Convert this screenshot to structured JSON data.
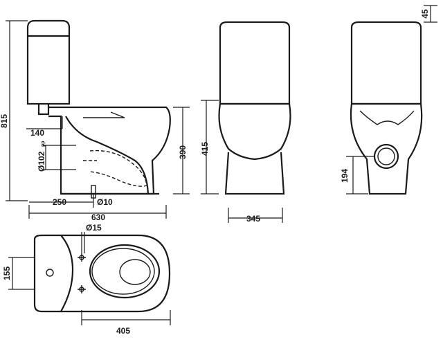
{
  "dimensions": {
    "total_height": "815",
    "trap_height": "140",
    "outlet_diameter": "Ø102",
    "outlet_diameter_suffix": "pp",
    "outlet_to_wall": "250",
    "fixing_hole": "Ø10",
    "total_depth": "630",
    "bowl_height": "390",
    "front_seat_height": "415",
    "front_width": "345",
    "lid_gap": "45",
    "rear_outlet_height": "194",
    "fixing_hole_top": "Ø15",
    "fixing_spacing": "155",
    "fixing_to_front": "405"
  },
  "colors": {
    "line": "#1a1a1a",
    "background": "#ffffff"
  }
}
